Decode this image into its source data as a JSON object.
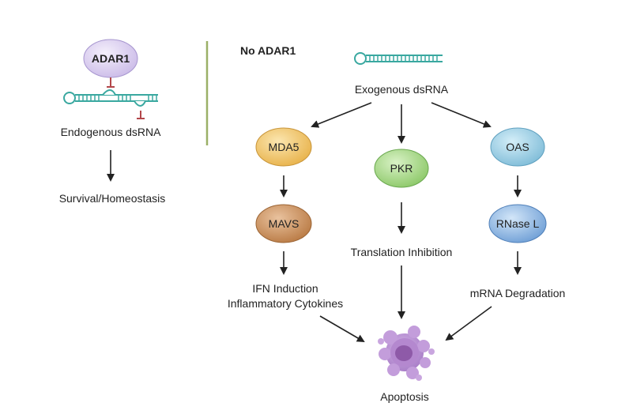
{
  "left_panel": {
    "protein": "ADAR1",
    "substrate": "Endogenous dsRNA",
    "outcome": "Survival/Homeostasis"
  },
  "right_panel": {
    "heading": "No ADAR1",
    "substrate": "Exogenous dsRNA",
    "sensors": {
      "mda5": "MDA5",
      "pkr": "PKR",
      "oas": "OAS"
    },
    "adaptors": {
      "mavs": "MAVS",
      "rnase_l": "RNase L"
    },
    "effects": {
      "ifn_line1": "IFN Induction",
      "ifn_line2": "Inflammatory Cytokines",
      "translation": "Translation Inhibition",
      "mrna": "mRNA Degradation"
    },
    "final_outcome": "Apoptosis"
  },
  "colors": {
    "adar1": "#d9cdf0",
    "mda5": "#f2c96a",
    "mavs": "#c98f5a",
    "pkr": "#a9db8a",
    "oas": "#9fd0e6",
    "rnase_l": "#8fb8e6",
    "cell": "#b892d1",
    "divider": "#9bb067"
  },
  "icons": [
    "hairpin-rna-icon",
    "apoptotic-cell-icon",
    "inhibition-bar-icon"
  ]
}
